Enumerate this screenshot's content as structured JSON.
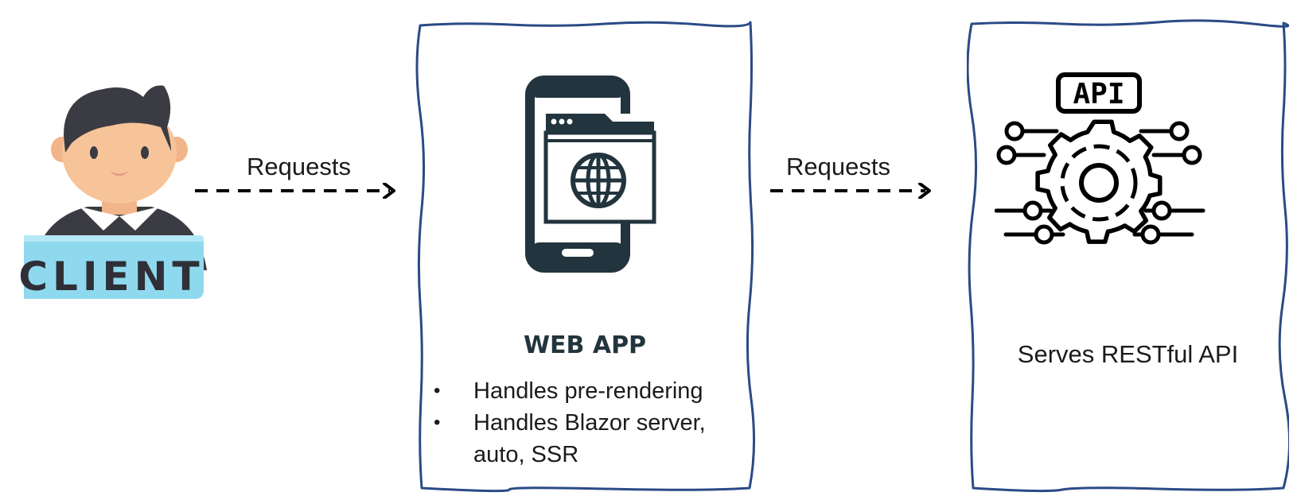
{
  "client": {
    "label": "CLIENT",
    "colors": {
      "badge": "#8fd9ef",
      "hair": "#3b3b43",
      "skin": "#f7c49a",
      "shirt": "#3b3b43",
      "collar": "#ffffff"
    }
  },
  "arrows": [
    {
      "label": "Requests",
      "from": "client",
      "to": "web-app"
    },
    {
      "label": "Requests",
      "from": "web-app",
      "to": "api"
    }
  ],
  "web_app": {
    "title": "WEB APP",
    "bullets": [
      "Handles pre-rendering",
      "Handles Blazor server, auto, SSR"
    ],
    "icon": "mobile-browser-globe-icon"
  },
  "api": {
    "icon_label": "API",
    "description": "Serves RESTful API",
    "icon": "api-gear-circuit-icon"
  },
  "colors": {
    "panel_border": "#2b4a86",
    "icon_dark": "#22343d",
    "arrow": "#000000"
  }
}
